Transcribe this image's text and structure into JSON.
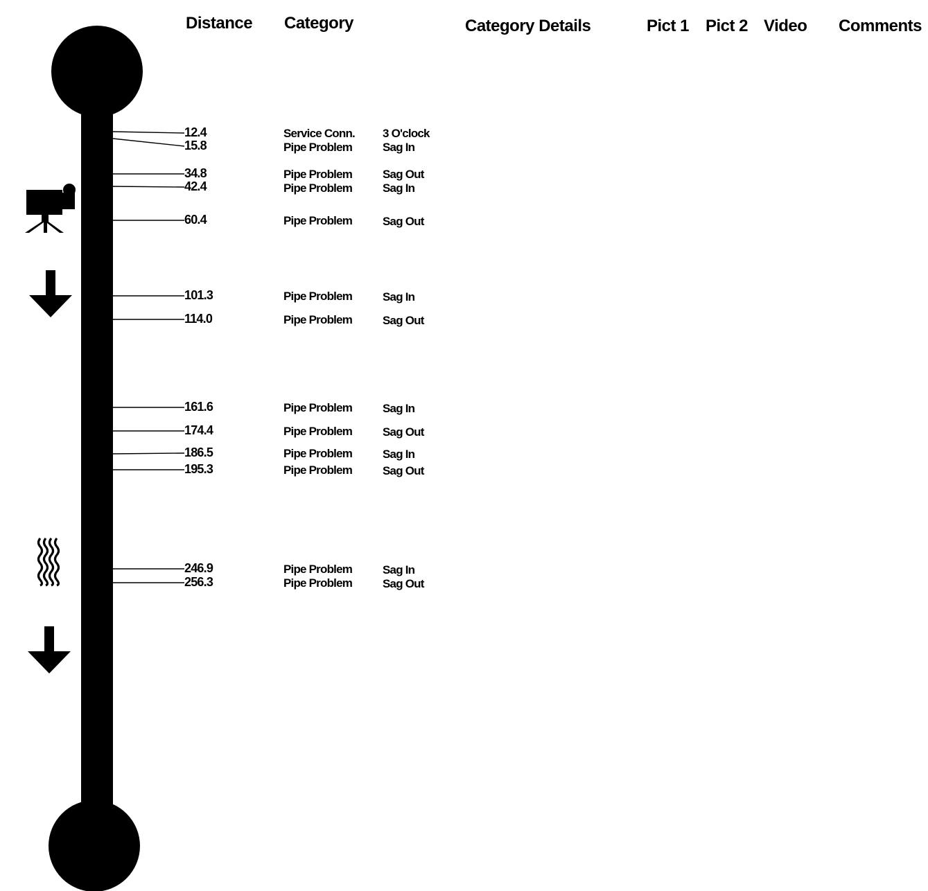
{
  "headers": {
    "distance": "Distance",
    "category": "Category",
    "category_details": "Category Details",
    "pict1": "Pict 1",
    "pict2": "Pict 2",
    "video": "Video",
    "comments": "Comments"
  },
  "icons": {
    "camera": "video-camera-icon",
    "flow_arrow": "down-arrow-icon",
    "wave": "wavy-lines-icon"
  },
  "observations": [
    {
      "distance": "12.4",
      "category": "Service Conn.",
      "detail": "3 O'clock"
    },
    {
      "distance": "15.8",
      "category": "Pipe Problem",
      "detail": "Sag In"
    },
    {
      "distance": "34.8",
      "category": "Pipe Problem",
      "detail": "Sag Out"
    },
    {
      "distance": "42.4",
      "category": "Pipe Problem",
      "detail": "Sag In"
    },
    {
      "distance": "60.4",
      "category": "Pipe Problem",
      "detail": "Sag Out"
    },
    {
      "distance": "101.3",
      "category": "Pipe Problem",
      "detail": "Sag In"
    },
    {
      "distance": "114.0",
      "category": "Pipe Problem",
      "detail": "Sag Out"
    },
    {
      "distance": "161.6",
      "category": "Pipe Problem",
      "detail": "Sag In"
    },
    {
      "distance": "174.4",
      "category": "Pipe Problem",
      "detail": "Sag Out"
    },
    {
      "distance": "186.5",
      "category": "Pipe Problem",
      "detail": "Sag In"
    },
    {
      "distance": "195.3",
      "category": "Pipe Problem",
      "detail": "Sag Out"
    },
    {
      "distance": "246.9",
      "category": "Pipe Problem",
      "detail": "Sag In"
    },
    {
      "distance": "256.3",
      "category": "Pipe Problem",
      "detail": "Sag Out"
    }
  ]
}
